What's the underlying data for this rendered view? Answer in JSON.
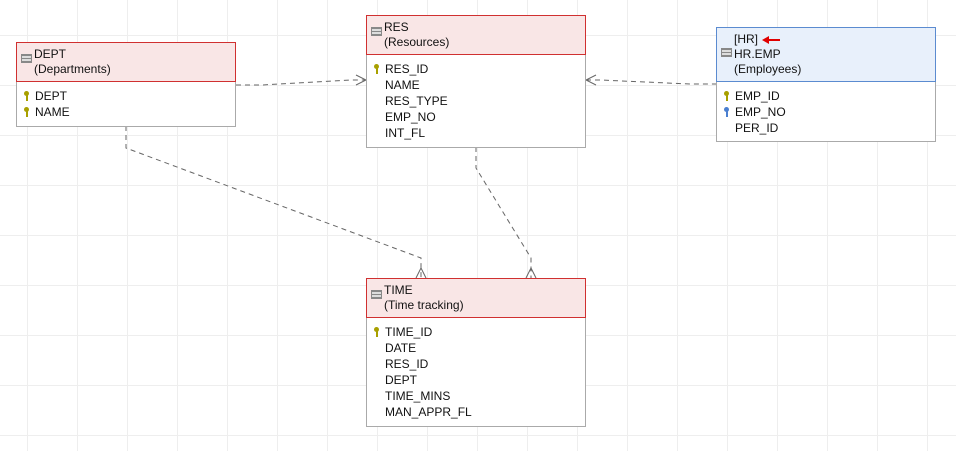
{
  "tables": {
    "dept": {
      "name": "DEPT",
      "desc": "(Departments)",
      "columns": [
        "DEPT",
        "NAME"
      ]
    },
    "res": {
      "name": "RES",
      "desc": "(Resources)",
      "columns": [
        "RES_ID",
        "NAME",
        "RES_TYPE",
        "EMP_NO",
        "INT_FL"
      ]
    },
    "emp": {
      "schema": "[HR]",
      "name": "HR.EMP",
      "desc": "(Employees)",
      "columns": [
        "EMP_ID",
        "EMP_NO",
        "PER_ID"
      ]
    },
    "time": {
      "name": "TIME",
      "desc": "(Time tracking)",
      "columns": [
        "TIME_ID",
        "DATE",
        "RES_ID",
        "DEPT",
        "TIME_MINS",
        "MAN_APPR_FL"
      ]
    }
  },
  "colors": {
    "primary_key": "#a8a000",
    "unique_key": "#4a7fd0",
    "arrow": "#e00000"
  }
}
